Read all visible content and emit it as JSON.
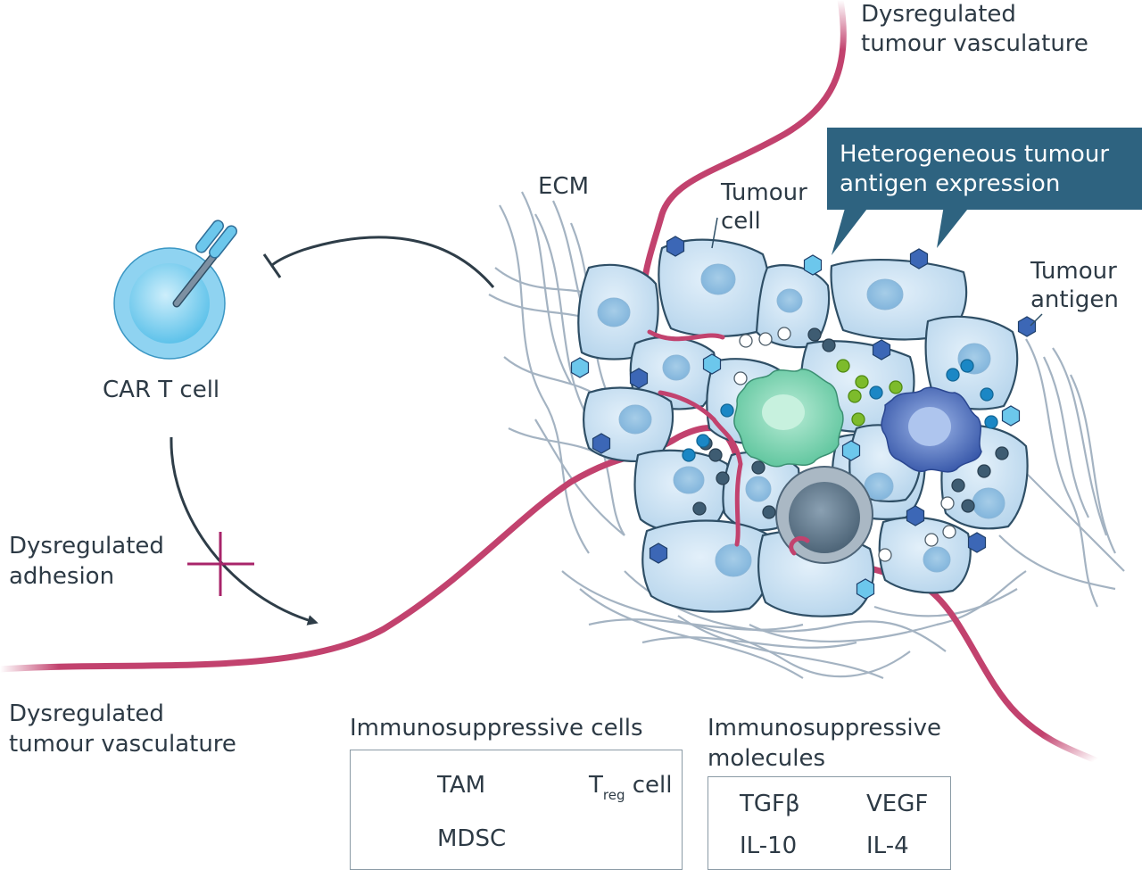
{
  "labels": {
    "vasculature_top_line1": "Dysregulated",
    "vasculature_top_line2": "tumour vasculature",
    "heterogeneous_line1": "Heterogeneous tumour",
    "heterogeneous_line2": "antigen expression",
    "ecm": "ECM",
    "tumour_cell_line1": "Tumour",
    "tumour_cell_line2": "cell",
    "tumour_antigen_line1": "Tumour",
    "tumour_antigen_line2": "antigen",
    "car_t_cell": "CAR T cell",
    "adhesion_line1": "Dysregulated",
    "adhesion_line2": "adhesion",
    "vasculature_bottom_line1": "Dysregulated",
    "vasculature_bottom_line2": "tumour vasculature"
  },
  "legend": {
    "cells_title": "Immunosuppressive cells",
    "tam": "TAM",
    "mdsc": "MDSC",
    "treg_main": "T",
    "treg_sub": "reg",
    "treg_suffix": " cell",
    "molecules_title_line1": "Immunosuppressive",
    "molecules_title_line2": "molecules",
    "tgfb": "TGFβ",
    "vegf": "VEGF",
    "il10": "IL-10",
    "il4": "IL-4"
  },
  "colors": {
    "vessel": "#c2426e",
    "callout_bg": "#2e6380",
    "tumour_cell_fill": "#bcd9ee",
    "tumour_cell_outline": "#2f4f66",
    "antigen_dark": "#3c67b6",
    "antigen_light": "#6cc7ec",
    "tam": "#6fceaa",
    "mdsc": "#3d63b4",
    "treg": "#6f8598",
    "tgfb": "#3e5c72",
    "vegf": "#1b87c5",
    "il10": "#ffffff",
    "il4": "#7dbb2c",
    "ecm_fibre": "#a4b3c2",
    "inhibition_cross": "#a8246a",
    "arrow": "#2e3d48"
  },
  "icons": {
    "car_t_cell": "car-t-cell-icon",
    "tam": "tam-icon",
    "mdsc": "mdsc-icon",
    "treg": "treg-icon",
    "tumour_antigen": "hexagon-icon",
    "molecule": "circle-icon"
  }
}
